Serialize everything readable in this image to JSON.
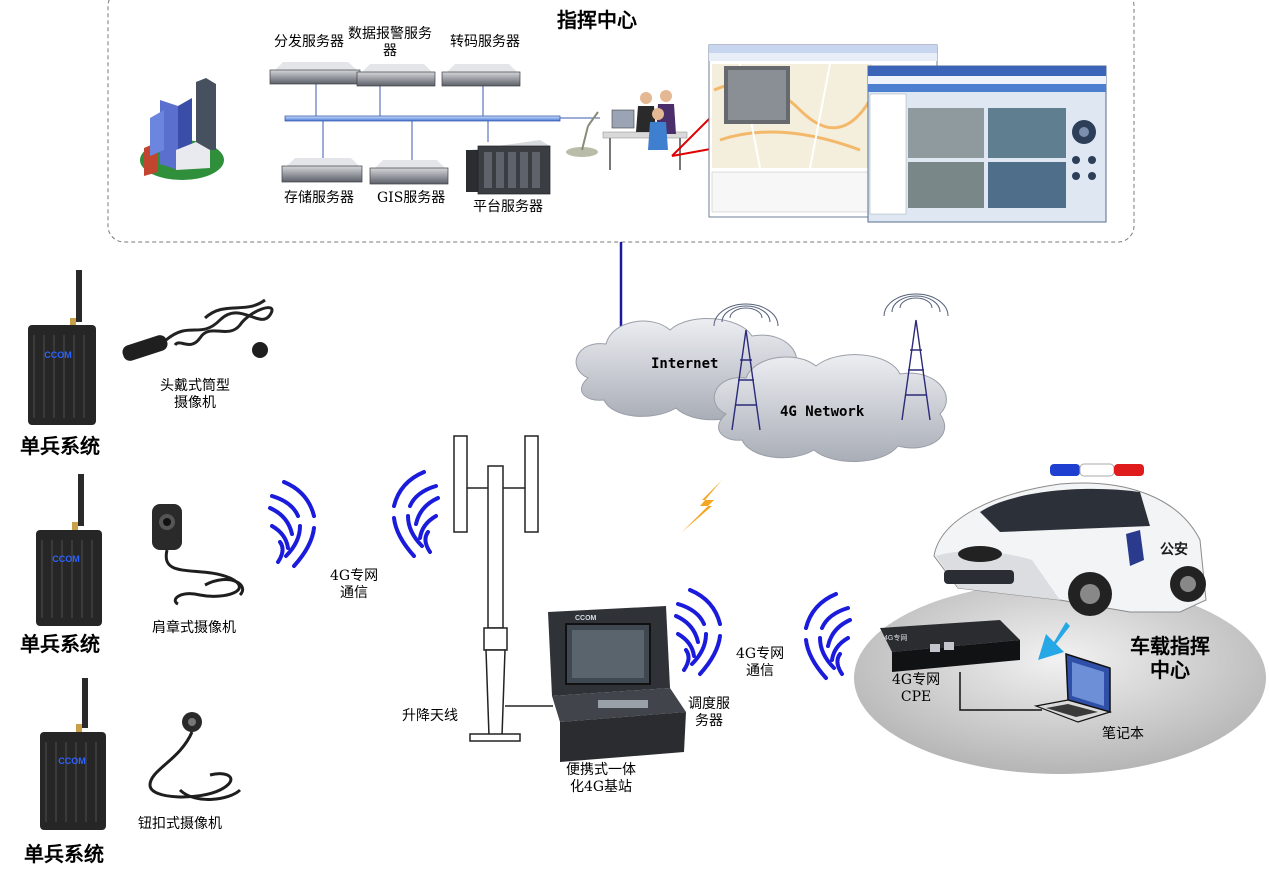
{
  "command_center": {
    "title": "指挥中心",
    "servers": {
      "distribution": "分发服务器",
      "data_alarm_line1": "数据报警服务",
      "data_alarm_line2": "器",
      "transcode": "转码服务器",
      "storage": "存储服务器",
      "gis": "GIS服务器",
      "platform": "平台服务器"
    }
  },
  "network": {
    "internet": "Internet",
    "lte": "4G Network"
  },
  "devices": {
    "helmet_camera_line1": "头戴式筒型",
    "helmet_camera_line2": "摄像机",
    "shoulder_camera": "肩章式摄像机",
    "button_camera": "钮扣式摄像机",
    "soldier_system": "单兵系统",
    "device_brand": "CCOM"
  },
  "links": {
    "private_4g_line1": "4G专网",
    "private_4g_line2": "通信"
  },
  "base_station": {
    "mast": "升降天线",
    "portable_line1": "便携式一体",
    "portable_line2": "化4G基站",
    "dispatch_line1": "调度服",
    "dispatch_line2": "务器"
  },
  "vehicle": {
    "title_line1": "车载指挥",
    "title_line2": "中心",
    "cpe_line1": "4G专网",
    "cpe_line2": "CPE",
    "laptop": "笔记本",
    "door_text": "公安"
  }
}
